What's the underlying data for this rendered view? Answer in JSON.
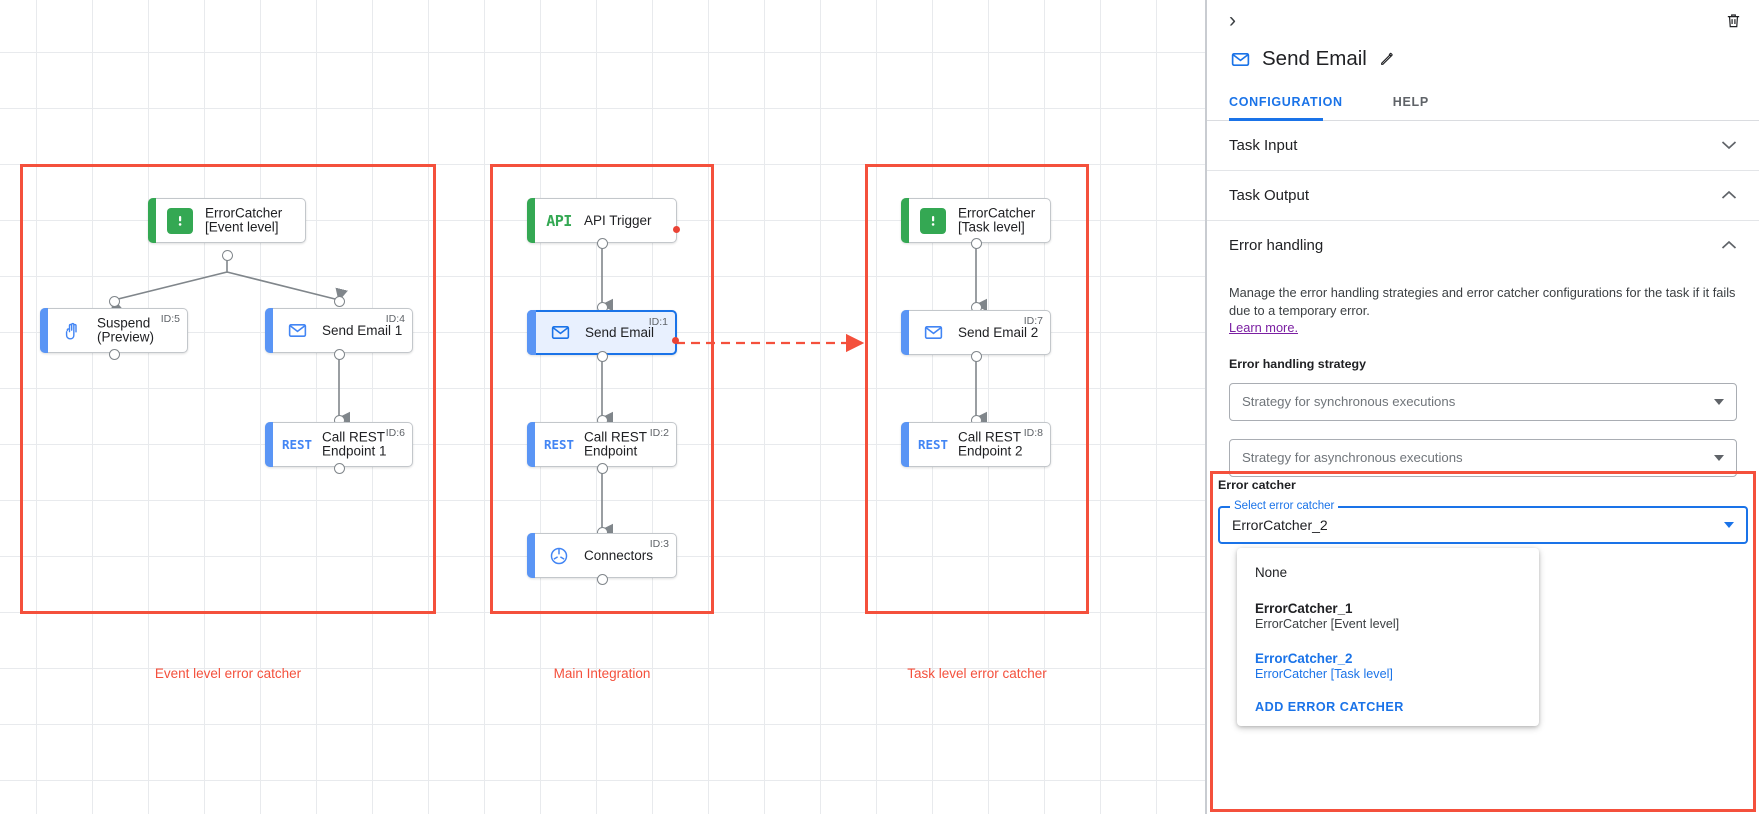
{
  "canvas": {
    "groups": [
      {
        "caption": "Event level error catcher"
      },
      {
        "caption": "Main Integration"
      },
      {
        "caption": "Task level error catcher"
      }
    ],
    "nodes": {
      "error_catcher_event": {
        "label": "ErrorCatcher\n[Event level]",
        "icon": "error-catcher-icon",
        "id_tag": ""
      },
      "suspend": {
        "label": "Suspend\n(Preview)",
        "icon": "suspend-hand-icon",
        "id_tag": "ID:5"
      },
      "send_email_1": {
        "label": "Send Email 1",
        "icon": "email-icon",
        "id_tag": "ID:4"
      },
      "call_rest_1": {
        "label": "Call REST\nEndpoint 1",
        "icon": "rest-icon",
        "id_tag": "ID:6"
      },
      "api_trigger": {
        "label": "API Trigger",
        "icon": "api-icon",
        "id_tag": ""
      },
      "send_email": {
        "label": "Send Email",
        "icon": "email-icon",
        "id_tag": "ID:1"
      },
      "call_rest": {
        "label": "Call REST\nEndpoint",
        "icon": "rest-icon",
        "id_tag": "ID:2"
      },
      "connectors": {
        "label": "Connectors",
        "icon": "connectors-icon",
        "id_tag": "ID:3"
      },
      "error_catcher_task": {
        "label": "ErrorCatcher\n[Task level]",
        "icon": "error-catcher-icon",
        "id_tag": ""
      },
      "send_email_2": {
        "label": "Send Email 2",
        "icon": "email-icon",
        "id_tag": "ID:7"
      },
      "call_rest_2": {
        "label": "Call REST\nEndpoint 2",
        "icon": "rest-icon",
        "id_tag": "ID:8"
      }
    },
    "icon_text": {
      "api": "API",
      "rest": "REST"
    }
  },
  "panel": {
    "collapse_arrow": "›",
    "title": "Send Email",
    "tabs": [
      {
        "label": "CONFIGURATION",
        "active": true
      },
      {
        "label": "HELP",
        "active": false
      }
    ],
    "sections": [
      {
        "label": "Task Input",
        "expanded": false
      },
      {
        "label": "Task Output",
        "expanded": true
      },
      {
        "label": "Error handling",
        "expanded": true
      }
    ],
    "error_handling": {
      "description": "Manage the error handling strategies and error catcher configurations for the task if it fails due to a temporary error.",
      "learn_more": "Learn more.",
      "strategy_label": "Error handling strategy",
      "sync_placeholder": "Strategy for synchronous executions",
      "async_placeholder": "Strategy for asynchronous executions"
    },
    "error_catcher": {
      "section_label": "Error catcher",
      "float_label": "Select error catcher",
      "value": "ErrorCatcher_2",
      "options": [
        {
          "main": "None",
          "sub": "",
          "selected": false
        },
        {
          "main": "ErrorCatcher_1",
          "sub": "ErrorCatcher [Event level]",
          "selected": false
        },
        {
          "main": "ErrorCatcher_2",
          "sub": "ErrorCatcher [Task level]",
          "selected": true
        }
      ],
      "add_label": "ADD ERROR CATCHER"
    }
  },
  "colors": {
    "accent_blue": "#1a73e8",
    "highlight_red": "#f4503c",
    "green": "#34a853",
    "link_purple": "#7b1fa2"
  }
}
